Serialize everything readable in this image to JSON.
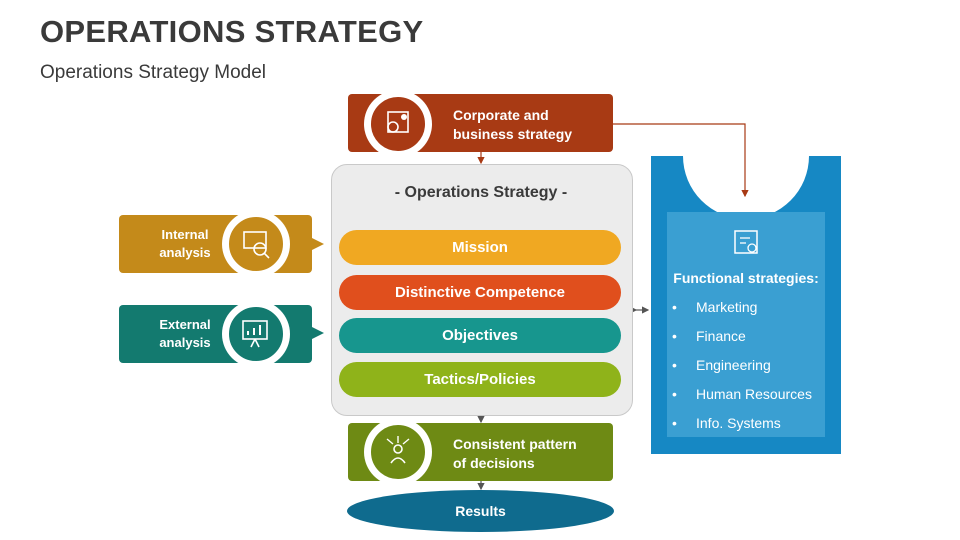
{
  "header": {
    "title": "OPERATIONS STRATEGY",
    "subtitle": "Operations Strategy Model"
  },
  "top_box": {
    "label_line1": "Corporate and",
    "label_line2": "business strategy",
    "color": "#a83a14",
    "icon": "puzzle-gear-icon"
  },
  "center": {
    "title": "- Operations Strategy -",
    "items": [
      {
        "label": "Mission",
        "color": "#f0a822"
      },
      {
        "label": "Distinctive Competence",
        "color": "#e04f1d"
      },
      {
        "label": "Objectives",
        "color": "#17968e"
      },
      {
        "label": "Tactics/Policies",
        "color": "#8fb31a"
      }
    ]
  },
  "internal": {
    "line1": "Internal",
    "line2": "analysis",
    "color": "#c48a1a",
    "icon": "analytics-magnifier-icon"
  },
  "external": {
    "line1": "External",
    "line2": "analysis",
    "color": "#137a6f",
    "icon": "presentation-chart-icon"
  },
  "bottom_box": {
    "label_line1": "Consistent pattern",
    "label_line2": "of decisions",
    "color": "#6e8a14",
    "icon": "decision-person-icon"
  },
  "results": {
    "label": "Results",
    "color": "#0f6b8e"
  },
  "functional": {
    "title": "Functional strategies:",
    "icon": "blueprint-icon",
    "color": "#1688c4",
    "items": [
      "Marketing",
      "Finance",
      "Engineering",
      "Human Resources",
      "Info. Systems"
    ]
  }
}
